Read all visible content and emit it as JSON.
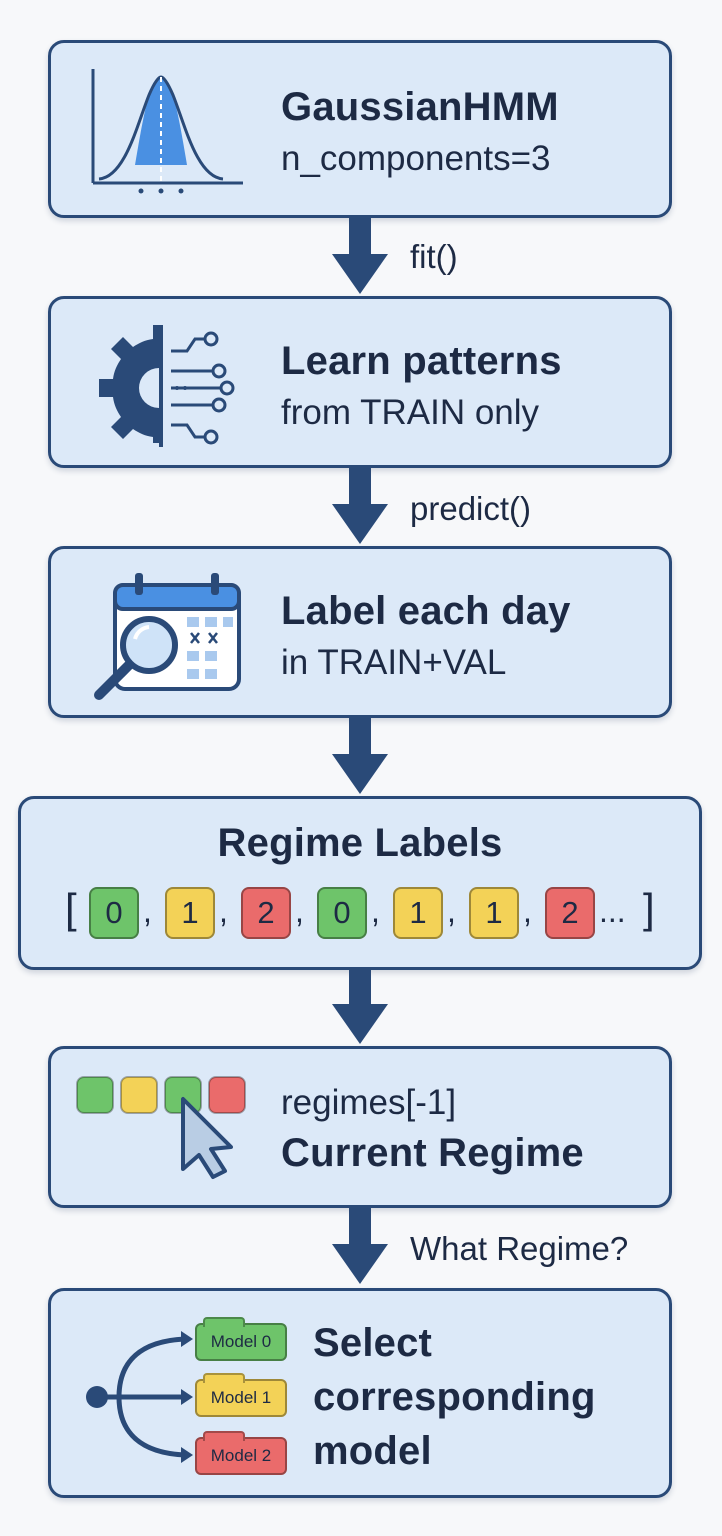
{
  "colors": {
    "box_fill": "#dce9f8",
    "box_border": "#2a4a78",
    "regime_0": "#6ec46a",
    "regime_1": "#f3d257",
    "regime_2": "#ea6b6b"
  },
  "steps": [
    {
      "title": "GaussianHMM",
      "subtitle": "n_components=3",
      "icon": "bell-curve-icon"
    },
    {
      "title": "Learn patterns",
      "subtitle": "from TRAIN only",
      "icon": "gear-circuit-icon"
    },
    {
      "title": "Label each day",
      "subtitle": "in TRAIN+VAL",
      "icon": "calendar-search-icon"
    },
    {
      "title": "Regime Labels"
    },
    {
      "subtitle": "regimes[-1]",
      "title": "Current Regime",
      "icon": "cursor-select-icon"
    },
    {
      "title_lines": [
        "Select",
        "corresponding",
        "model"
      ],
      "icon": "branch-icon"
    }
  ],
  "edges": [
    "fit()",
    "predict()",
    "",
    "",
    "What Regime?"
  ],
  "regime_sequence": {
    "open": "[",
    "values": [
      "0",
      "1",
      "2",
      "0",
      "1",
      "1",
      "2"
    ],
    "ellipsis": "...",
    "close": "]"
  },
  "models": [
    "Model 0",
    "Model 1",
    "Model 2"
  ]
}
